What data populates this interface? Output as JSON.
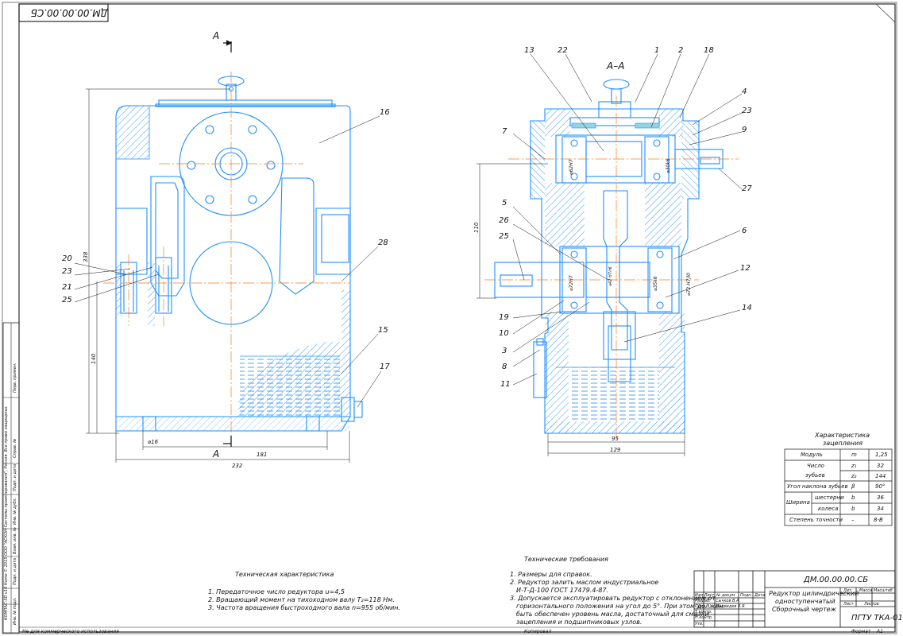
{
  "drawing": {
    "stamp_mirrored": "ДМ.00.00.00.СБ",
    "section_label_top": "А",
    "section_label_bottom": "А",
    "section_title": "А–А"
  },
  "dimensions": {
    "left_height_total": "338",
    "left_height_lower": "140",
    "left_hole": "⌀16",
    "left_width_inner": "181",
    "left_width_total": "232",
    "right_height": "110",
    "right_width_inner": "95",
    "right_width_total": "129",
    "bore_1": "⌀62H7",
    "bore_2": "⌀30k6",
    "bore_3": "⌀72H7",
    "bore_4": "⌀35k6",
    "bore_5": "⌀72 H7/l0",
    "bore_6": "⌀42 H7/r6"
  },
  "callouts_left": [
    "20",
    "23",
    "21",
    "25",
    "16",
    "28",
    "15",
    "17"
  ],
  "callouts_right": {
    "top": [
      "13",
      "22",
      "1",
      "2",
      "18"
    ],
    "right": [
      "4",
      "23",
      "9",
      "27",
      "6",
      "12",
      "14"
    ],
    "left": [
      "7",
      "5",
      "26",
      "25",
      "19",
      "10",
      "3",
      "8",
      "11"
    ]
  },
  "mesh_table": {
    "title_line1": "Характеристика",
    "title_line2": "зацепления",
    "rows": [
      {
        "name": "Модуль",
        "sym": "m",
        "val": "1,25"
      },
      {
        "name": "Число",
        "sym": "z₁",
        "val": "32"
      },
      {
        "name": "зубьев",
        "sym": "z₂",
        "val": "144"
      },
      {
        "name": "Угол наклона зубьев",
        "sym": "β",
        "val": "90°"
      },
      {
        "name": "шестерни",
        "sym": "b",
        "val": "36"
      },
      {
        "name": "колеса",
        "sym": "b",
        "val": "34"
      },
      {
        "name": "Степень точности",
        "sym": "–",
        "val": "8-В"
      }
    ],
    "width_label": "Ширина"
  },
  "tech_char": {
    "title": "Техническая характеристика",
    "lines": [
      "1. Передаточное число редуктора u=4,5",
      "2. Вращающий момент на тихоходном валу Т₂=118 Нм.",
      "3. Частота вращения быстроходного вала n=955 об/мин."
    ]
  },
  "tech_req": {
    "title": "Технические требования",
    "lines": [
      "1. Размеры для справок.",
      "2. Редуктор залить маслом индустриальное",
      "И-Т-Д-100 ГОСТ 17479.4-87.",
      "3. Допускается эксплуатировать редуктор с отклонением от",
      "горизонтального положения на угол до 5°. При этом должен",
      "быть обеспечен уровень масла, достаточный для смазки",
      "зацепления и подшипниковых узлов."
    ]
  },
  "title_block": {
    "code": "ДМ.00.00.00.СБ",
    "name_line1": "Редуктор цилиндрический",
    "name_line2": "одноступенчатый",
    "name_line3": "Сборочный чертеж",
    "org": "ПГТУ ТКА-01",
    "col_lit": "Лит.",
    "col_mass": "Масса",
    "col_scale": "Масштаб",
    "sheet": "Лист",
    "sheets": "Листов",
    "rows": [
      {
        "role": "Изм Лист",
        "name": "№ докум.",
        "sign": "Подп.",
        "date": "Дата"
      },
      {
        "role": "Разраб.",
        "name": "Сычков В.А."
      },
      {
        "role": "Пров.",
        "name": "Медведев В.Я."
      },
      {
        "role": "Т.контр.",
        "name": ""
      },
      {
        "role": "Н.контр.",
        "name": ""
      },
      {
        "role": "Утв.",
        "name": ""
      }
    ]
  },
  "footer": {
    "left": "Не для коммерческого использования",
    "copied": "Копировал",
    "format": "Формат",
    "format_val": "А1"
  },
  "side_strip": {
    "license": "КОМПАС-3D v14 Home © 2015 ООО \"АСКОН-Системы проектирования\", Россия. Все права защищены.",
    "cells": [
      "Перв. примен.",
      "Справ. №",
      "Подп. и дата",
      "Инв. № дубл.",
      "Взам. инв. №",
      "Подп. и дата",
      "Инв. № подл."
    ]
  },
  "colors": {
    "line": "#1e8fff",
    "frame": "#2a2a2a",
    "hatch": "#1e8fff",
    "axis": "#ff7a1a"
  }
}
